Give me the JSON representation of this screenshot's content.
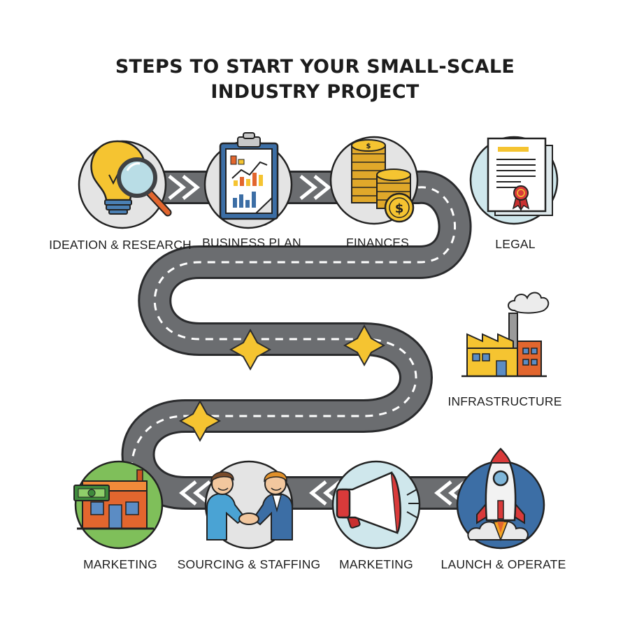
{
  "title": {
    "line1": "STEPS TO START YOUR SMALL-SCALE",
    "line2": "INDUSTRY PROJECT"
  },
  "steps": [
    {
      "label": "IDEATION & RESEARCH",
      "icon": "lightbulb-magnifier-icon"
    },
    {
      "label": "BUSINESS PLAN",
      "icon": "clipboard-chart-icon"
    },
    {
      "label": "FINANCES",
      "icon": "coin-stack-icon"
    },
    {
      "label": "LEGAL",
      "icon": "document-seal-icon"
    },
    {
      "label": "INFRASTRUCTURE",
      "icon": "factory-icon"
    },
    {
      "label": "LAUNCH & OPERATE",
      "icon": "rocket-icon"
    },
    {
      "label": "MARKETING",
      "icon": "megaphone-icon"
    },
    {
      "label": "SOURCING & STAFFING",
      "icon": "handshake-icon"
    },
    {
      "label": "MARKETING",
      "icon": "storefront-icon"
    }
  ],
  "colors": {
    "road": "#6b6d70",
    "road_outline": "#2a2b2d",
    "dash": "#ffffff",
    "star": "#f5c431",
    "circle": "#e4e4e4"
  }
}
